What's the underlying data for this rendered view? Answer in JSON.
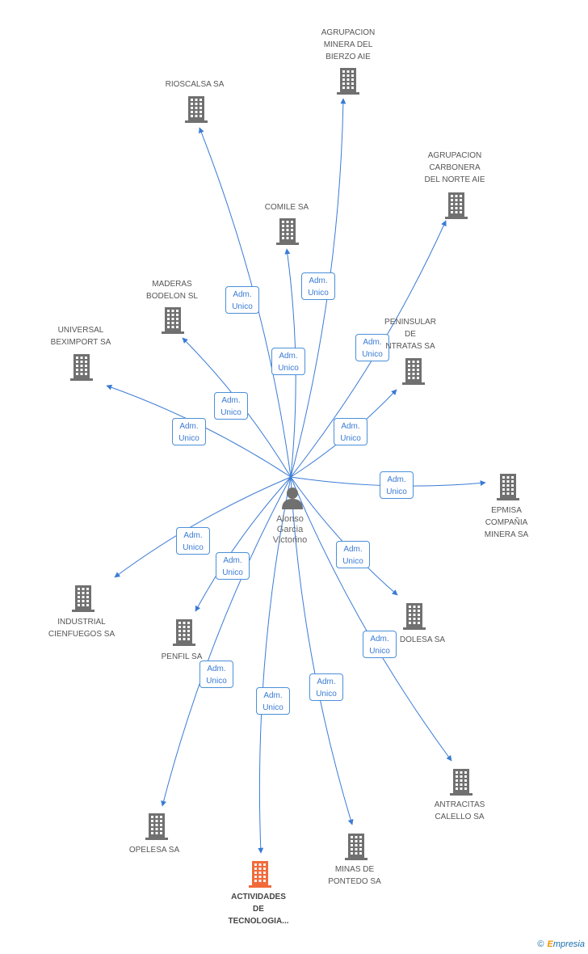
{
  "center": {
    "name": "Alonso\nGarcia\nVictorino",
    "icon": "person-icon"
  },
  "badge_line1": "Adm.",
  "badge_line2": "Unico",
  "colors": {
    "edge": "#3a7bd5",
    "building": "#707070",
    "building_highlight": "#f26a3a"
  },
  "companies": [
    {
      "name": "AGRUPACION\nMINERA DEL\nBIERZO AIE"
    },
    {
      "name": "RIOSCALSA SA"
    },
    {
      "name": "AGRUPACION\nCARBONERA\nDEL NORTE AIE"
    },
    {
      "name": "COMILE SA"
    },
    {
      "name": "MADERAS\nBODELON SL"
    },
    {
      "name": "UNIVERSAL\nBEXIMPORT SA"
    },
    {
      "name": "PENINSULAR\nDE\nNTRATAS SA"
    },
    {
      "name": "EPMISA\nCOMPAÑIA\nMINERA SA"
    },
    {
      "name": "INDUSTRIAL\nCIENFUEGOS SA"
    },
    {
      "name": "PENFIL SA"
    },
    {
      "name": "DOLESA SA"
    },
    {
      "name": "ANTRACITAS\nCALELLO SA"
    },
    {
      "name": "OPELESA SA"
    },
    {
      "name": "ACTIVIDADES\nDE\nTECNOLOGIA...",
      "highlight": true
    },
    {
      "name": "MINAS DE\nPONTEDO SA"
    }
  ],
  "watermark": {
    "copyright": "©",
    "brand_first": "E",
    "brand_rest": "mpresia"
  }
}
